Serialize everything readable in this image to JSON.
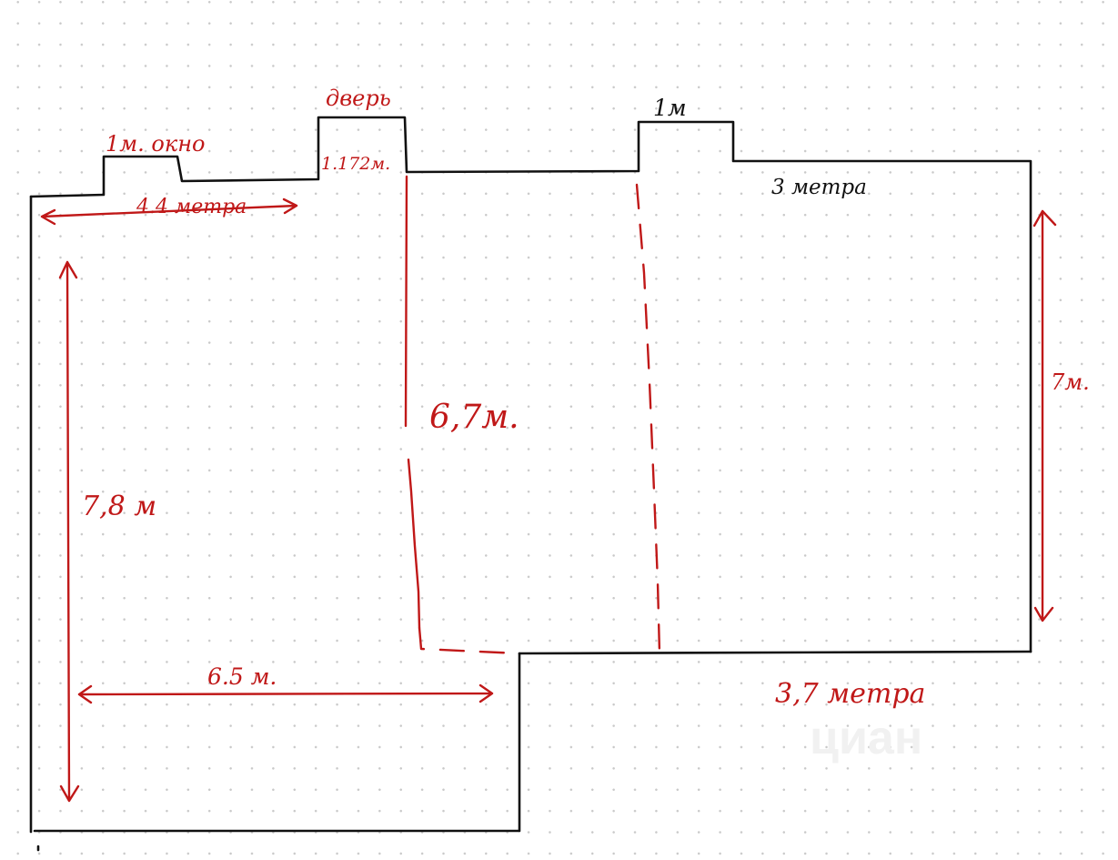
{
  "colors": {
    "ink_red": "#c01818",
    "ink_black": "#111111",
    "grid_dot": "#c9c9c9"
  },
  "labels": {
    "window": "1м. окно",
    "door": "дверь",
    "door_width": "1.172м.",
    "niche_width": "1м",
    "top_left_wall": "4.4 метра",
    "top_right_wall": "3 метра",
    "left_height": "7,8 м",
    "middle_height": "6,7м.",
    "right_height": "7м.",
    "bottom_left_wall": "6.5 м.",
    "bottom_right_wall": "3,7 метра"
  },
  "watermark": "циан"
}
